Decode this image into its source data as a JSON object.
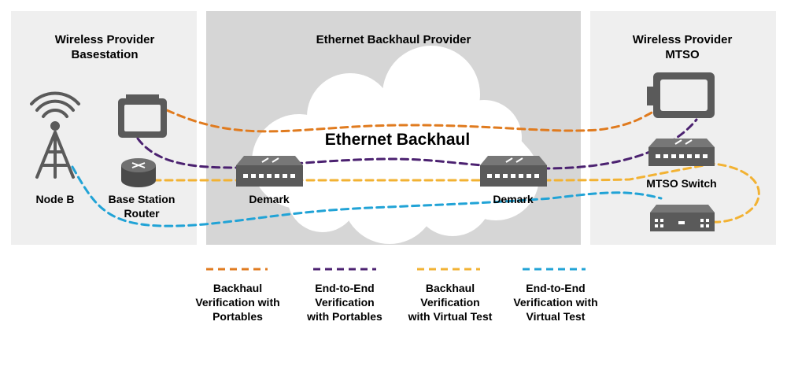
{
  "panels": {
    "left_title": [
      "Wireless Provider",
      "Basestation"
    ],
    "center_title": "Ethernet Backhaul Provider",
    "right_title": [
      "Wireless Provider",
      "MTSO"
    ]
  },
  "cloud_label": "Ethernet Backhaul",
  "devices": {
    "node_b": "Node B",
    "router": [
      "Base Station",
      "Router"
    ],
    "demark_left": "Demark",
    "demark_right": "Demark",
    "mtso_switch": "MTSO Switch"
  },
  "legend": [
    {
      "lines": [
        "Backhaul",
        "Verification with",
        "Portables"
      ],
      "color": "#E07B1F"
    },
    {
      "lines": [
        "End-to-End",
        "Verification",
        "with Portables"
      ],
      "color": "#4B2170"
    },
    {
      "lines": [
        "Backhaul",
        "Verification",
        "with Virtual Test"
      ],
      "color": "#F2B233"
    },
    {
      "lines": [
        "End-to-End",
        "Verification with",
        "Virtual Test"
      ],
      "color": "#21A3D6"
    }
  ],
  "colors": {
    "panel": "#EFEFEF",
    "center_panel": "#D6D6D6",
    "cloud": "#FFFFFF",
    "device": "#5A5A5A"
  }
}
